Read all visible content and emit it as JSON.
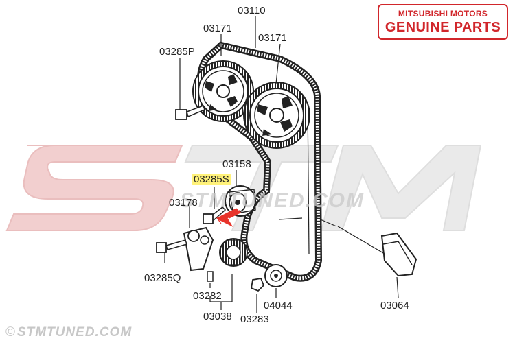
{
  "badge": {
    "line1": "MITSUBISHI MOTORS",
    "line2": "GENUINE PARTS",
    "color": "#d1262b"
  },
  "watermark": {
    "text": "STMTUNED.COM"
  },
  "footer": {
    "copyright_symbol": "©",
    "text": "STMTUNED.COM"
  },
  "highlight_color": "#fff27a",
  "arrow_color": "#e8332a",
  "parts": {
    "p03110": "03110",
    "p03171a": "03171",
    "p03171b": "03171",
    "p03285P": "03285P",
    "p03158": "03158",
    "p03285S": "03285S",
    "p03178": "03178",
    "p03285Q": "03285Q",
    "p03282": "03282",
    "p03038": "03038",
    "p03283": "03283",
    "p04044": "04044",
    "p03064": "03064"
  }
}
